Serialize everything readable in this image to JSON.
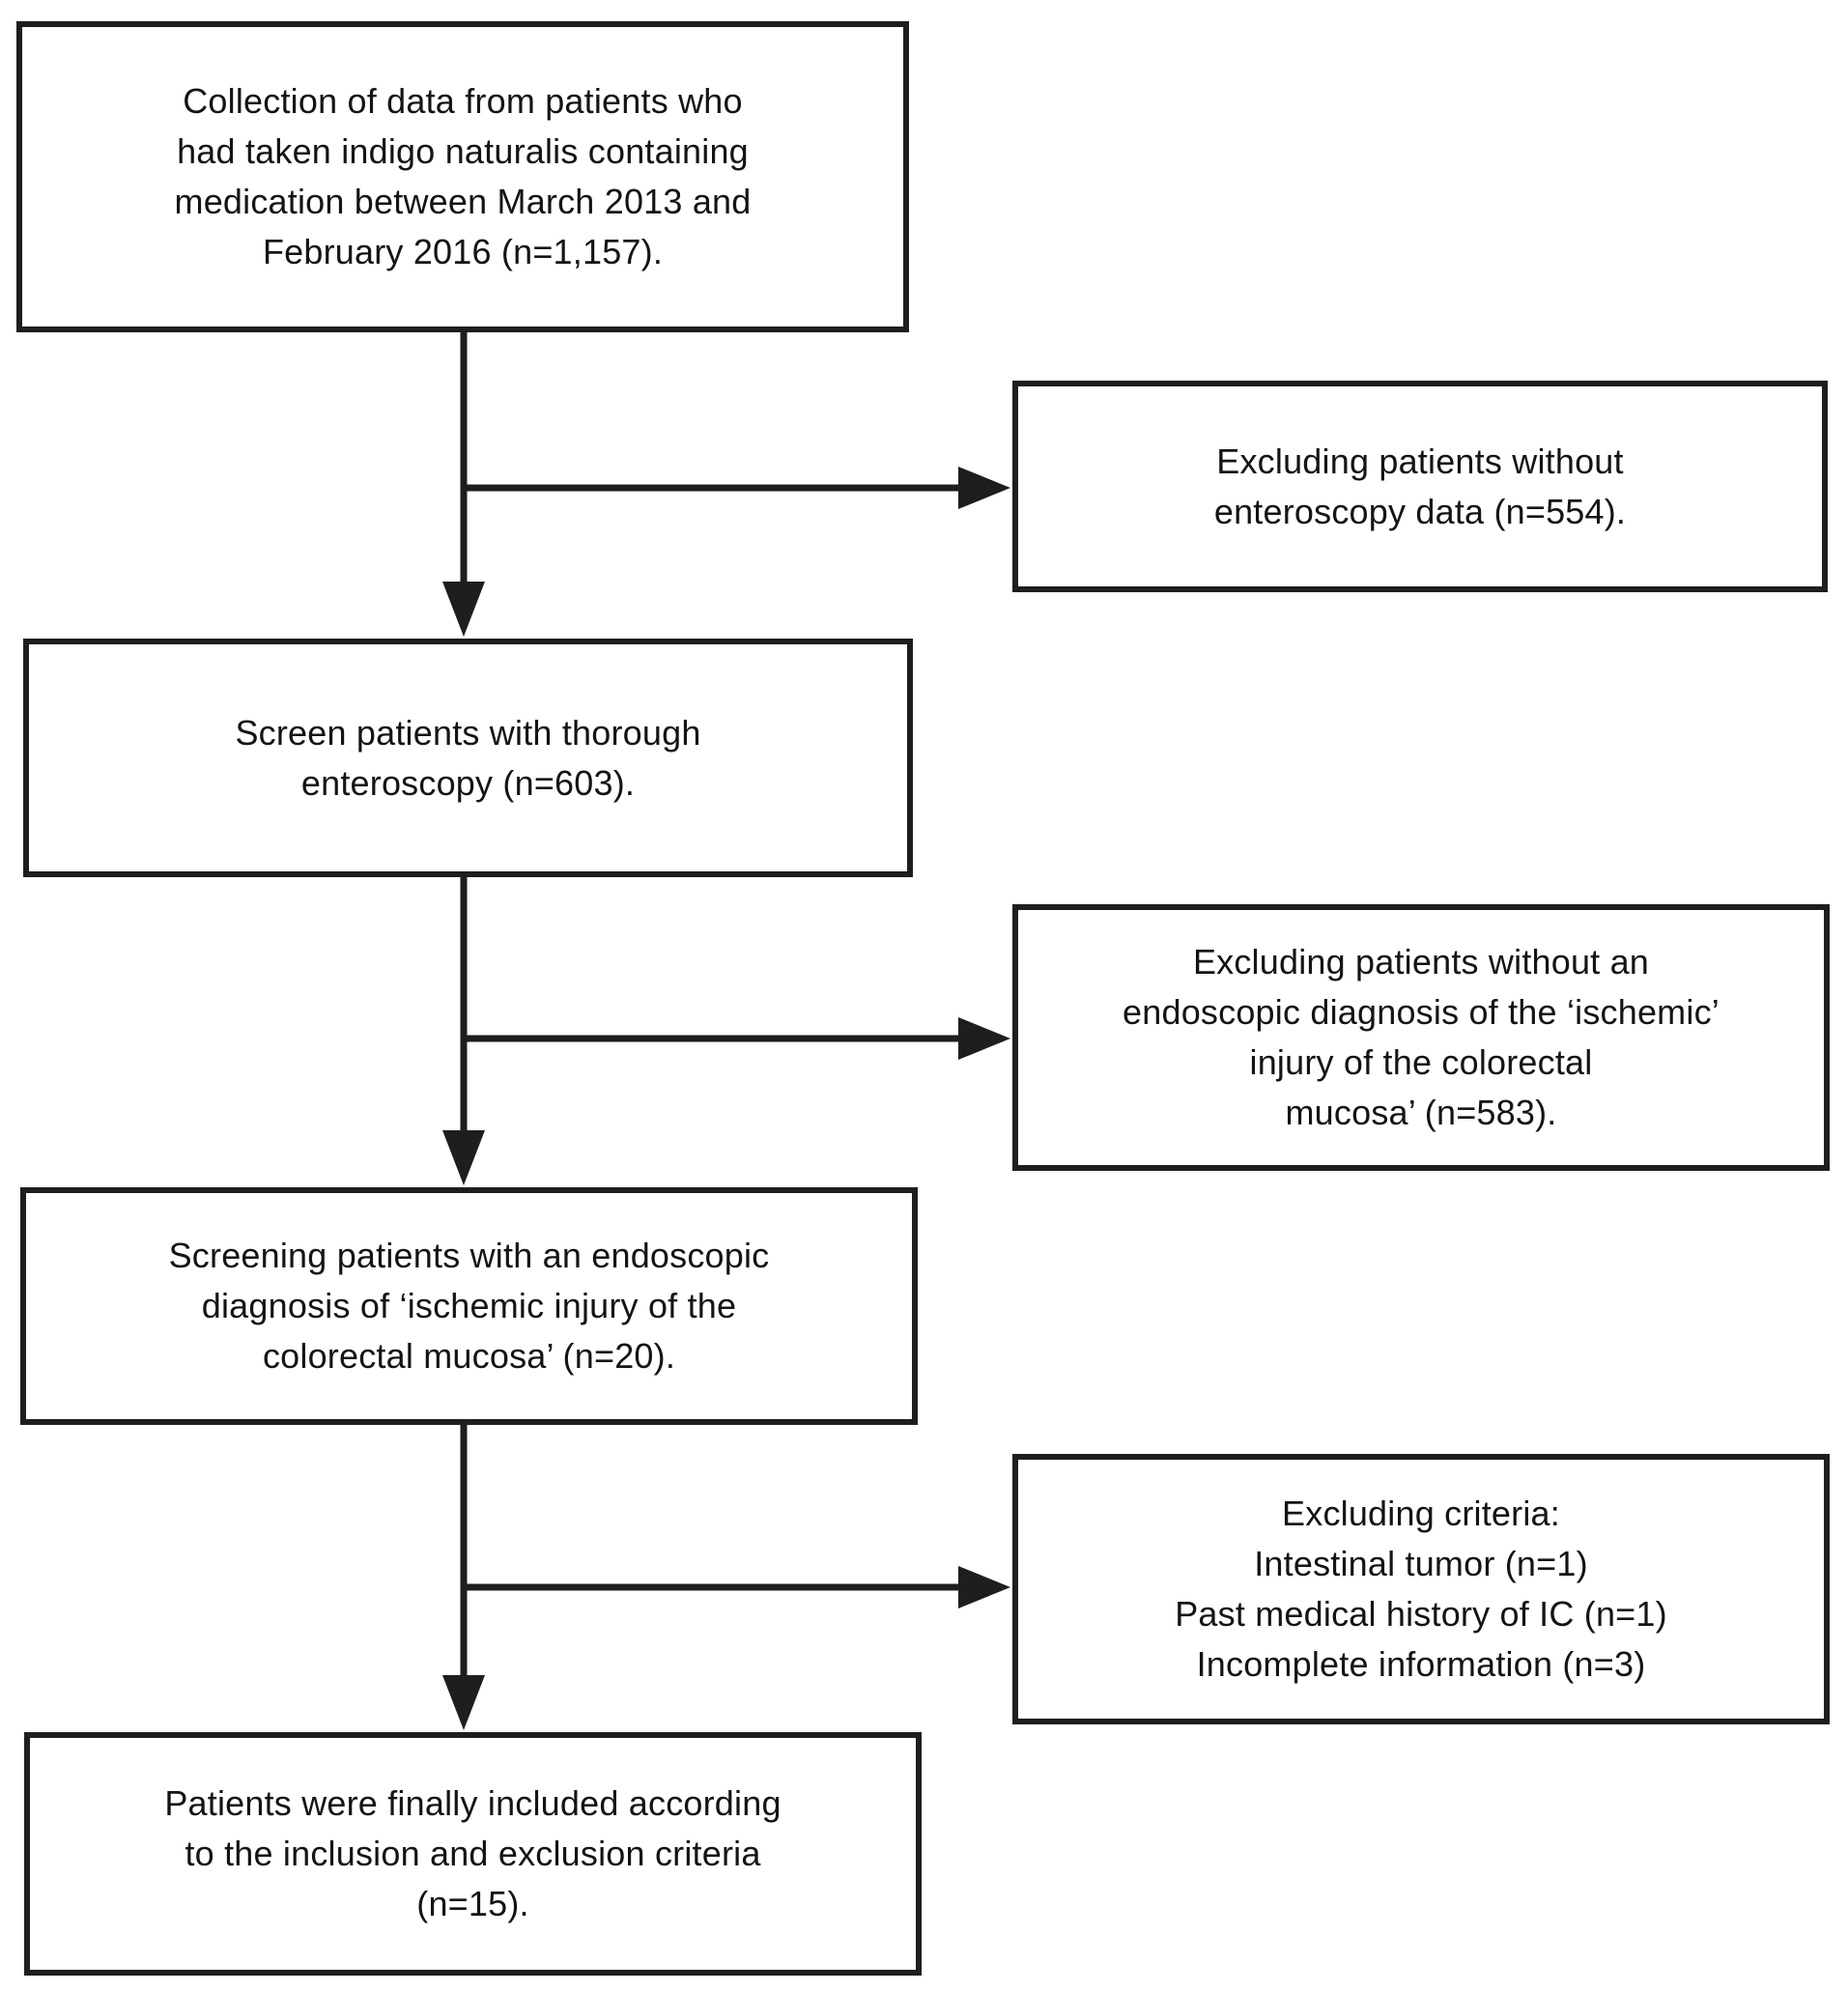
{
  "diagram": {
    "type": "flowchart",
    "colors": {
      "line": "#1e1e1e",
      "text": "#141414",
      "background": "#ffffff",
      "box_fill": "#ffffff"
    },
    "main_boxes": [
      {
        "id": "collection",
        "lines": [
          "Collection of data from patients who",
          "had taken indigo naturalis containing",
          "medication between March 2013 and",
          "February 2016 (n=1,157)."
        ]
      },
      {
        "id": "screen-enteroscopy",
        "lines": [
          "Screen patients with thorough",
          "enteroscopy (n=603)."
        ]
      },
      {
        "id": "screening-ischemic-diagnosis",
        "lines": [
          "Screening patients with an endoscopic",
          "diagnosis of ‘ischemic injury of the",
          "colorectal mucosa’ (n=20)."
        ]
      },
      {
        "id": "final-inclusion",
        "lines": [
          "Patients were finally included according",
          "to the inclusion and exclusion criteria",
          "(n=15)."
        ]
      }
    ],
    "exclusion_boxes": [
      {
        "id": "excluded-no-enteroscopy",
        "lines": [
          "Excluding patients without",
          "enteroscopy data (n=554)."
        ]
      },
      {
        "id": "excluded-no-ischemic-diagnosis",
        "lines": [
          "Excluding patients without an",
          "endoscopic diagnosis of the ‘ischemic’",
          "injury of the colorectal",
          "mucosa’ (n=583)."
        ]
      },
      {
        "id": "excluding-criteria",
        "lines": [
          "Excluding criteria:",
          "Intestinal tumor (n=1)",
          "Past medical history of IC (n=1)",
          "Incomplete information (n=3)"
        ]
      }
    ]
  }
}
